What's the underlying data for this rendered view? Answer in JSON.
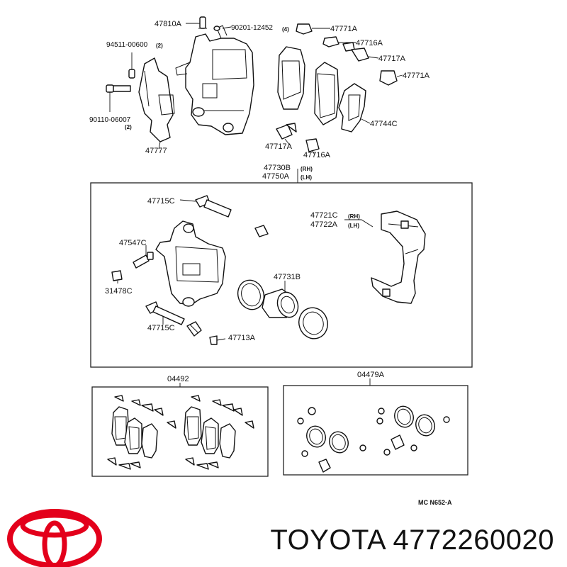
{
  "parts": {
    "p47810A": "47810A",
    "p90201": "90201-12452",
    "qty4": "(4)",
    "p47771A_top": "47771A",
    "p94511": "94511-00600",
    "qty2_top": "(2)",
    "p47716A_top": "47716A",
    "p47717A_top": "47717A",
    "p47771A_right": "47771A",
    "p90110": "90110-06007",
    "qty2_bot": "(2)",
    "p47744C": "47744C",
    "p47777": "47777",
    "p47717A_bot": "47717A",
    "p47716A_bot": "47716A",
    "p47730B": "47730B",
    "p47750A": "47750A",
    "rh": "(RH)",
    "lh": "(LH)",
    "p47715C_top": "47715C",
    "p47721C": "47721C",
    "p47722A": "47722A",
    "rh2": "(RH)",
    "lh2": "(LH)",
    "p47547C": "47547C",
    "p31478C": "31478C",
    "p47731B": "47731B",
    "p47715C_bot": "47715C",
    "p47713A": "47713A",
    "kit04492": "04492",
    "kit04479A": "04479A",
    "ref": "MC  N652-A"
  },
  "brand": {
    "text": "TOYOTA 4772260020",
    "logo_color": "#e3001b"
  }
}
